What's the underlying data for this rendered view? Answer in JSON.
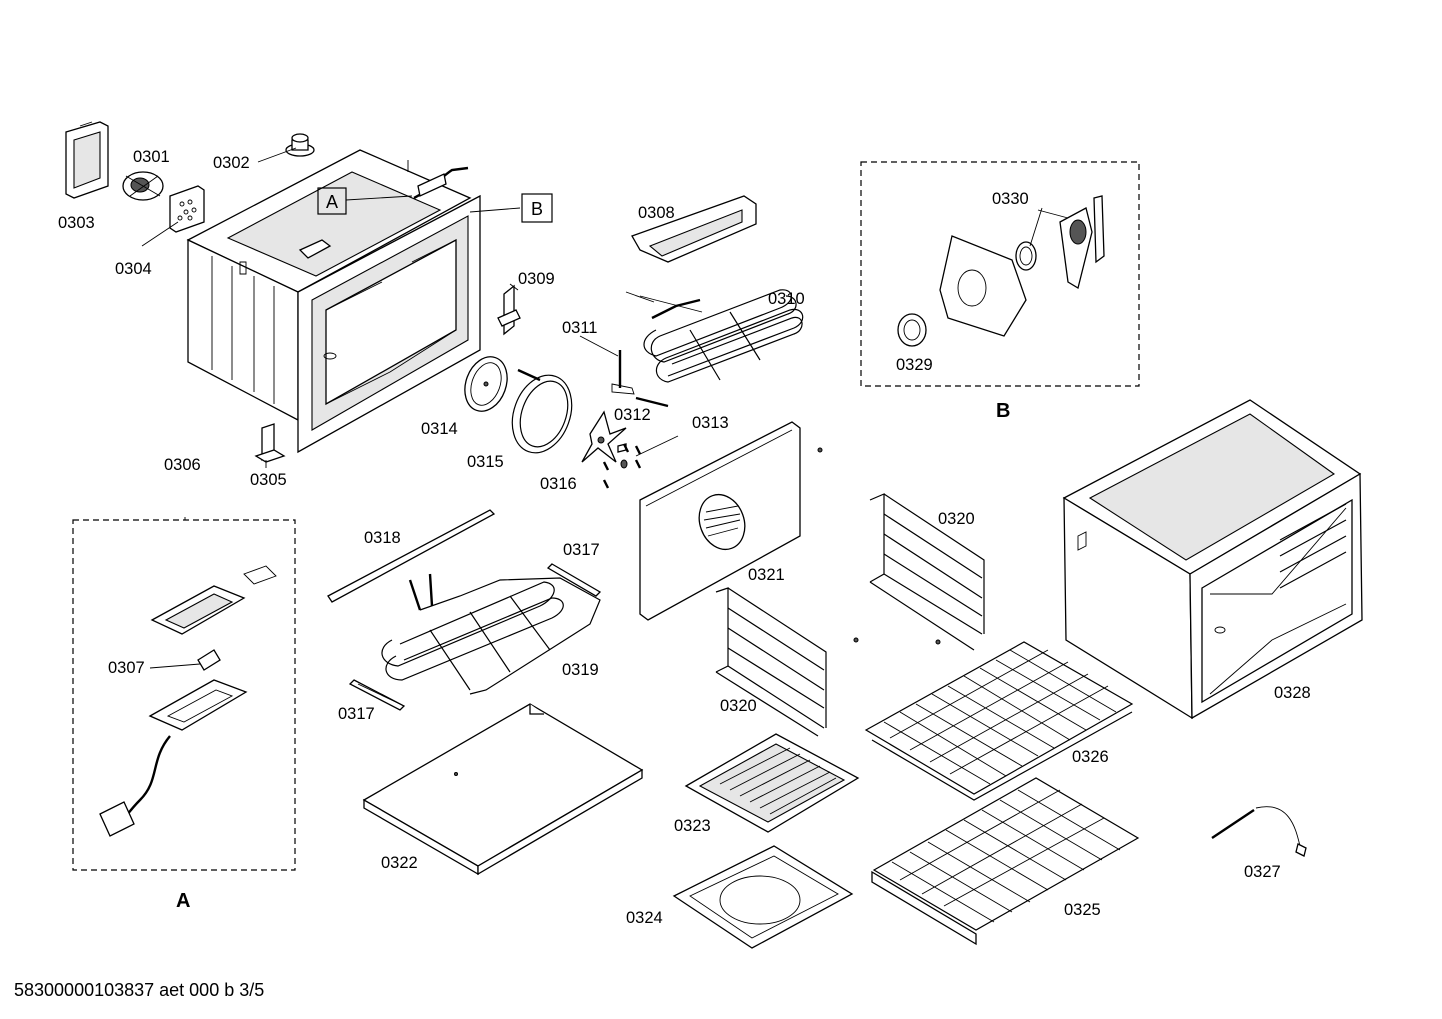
{
  "document_id": "58300000103837 aet 000 b 3/5",
  "detail_labels": {
    "a": "A",
    "b": "B"
  },
  "callouts": {
    "a": "A",
    "b": "B"
  },
  "parts": {
    "p0301": "0301",
    "p0302": "0302",
    "p0303": "0303",
    "p0304": "0304",
    "p0305": "0305",
    "p0306": "0306",
    "p0307": "0307",
    "p0308": "0308",
    "p0309": "0309",
    "p0310": "0310",
    "p0311": "0311",
    "p0312": "0312",
    "p0313": "0313",
    "p0314": "0314",
    "p0315": "0315",
    "p0316": "0316",
    "p0317a": "0317",
    "p0317b": "0317",
    "p0318": "0318",
    "p0319": "0319",
    "p0320a": "0320",
    "p0320b": "0320",
    "p0321": "0321",
    "p0322": "0322",
    "p0323": "0323",
    "p0324": "0324",
    "p0325": "0325",
    "p0326": "0326",
    "p0327": "0327",
    "p0328": "0328",
    "p0329": "0329",
    "p0330": "0330"
  }
}
